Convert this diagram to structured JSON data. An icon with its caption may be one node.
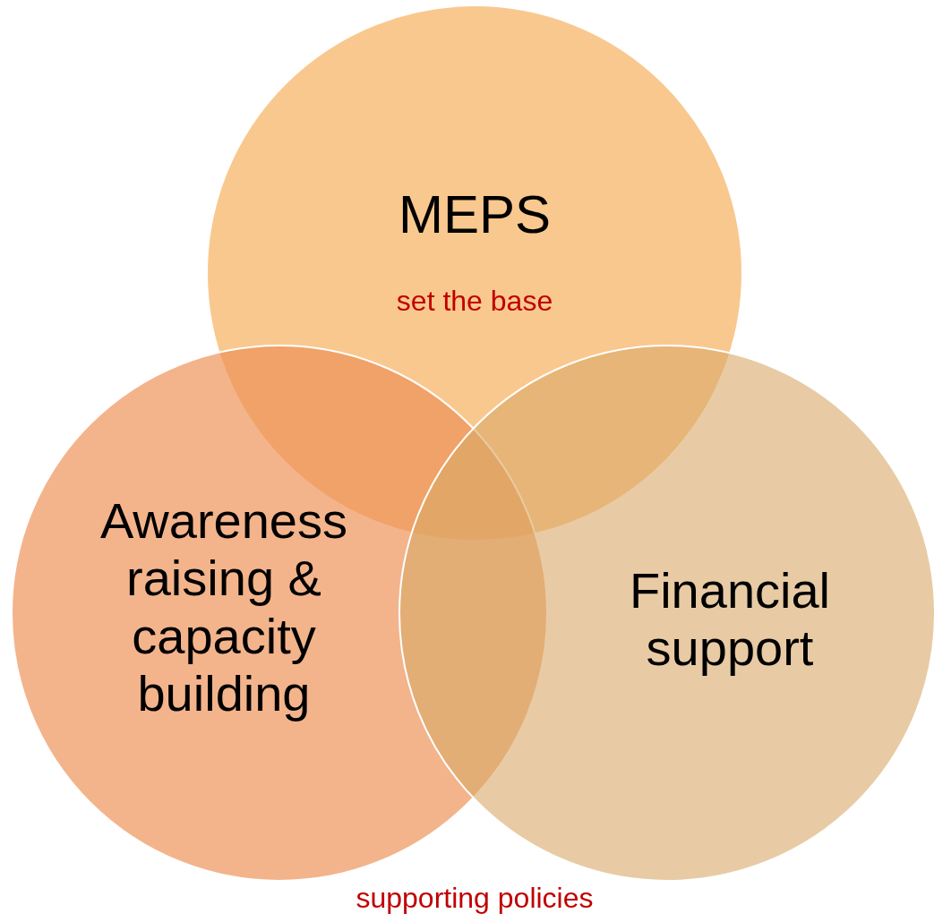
{
  "diagram": {
    "nodes": [
      {
        "text": [
          "MEPS",
          "set the base"
        ]
      },
      {
        "text": [
          "Awareness raising & capacity building"
        ]
      },
      {
        "text": [
          "Financial support"
        ]
      }
    ],
    "labels": [
      "supporting policies"
    ]
  }
}
